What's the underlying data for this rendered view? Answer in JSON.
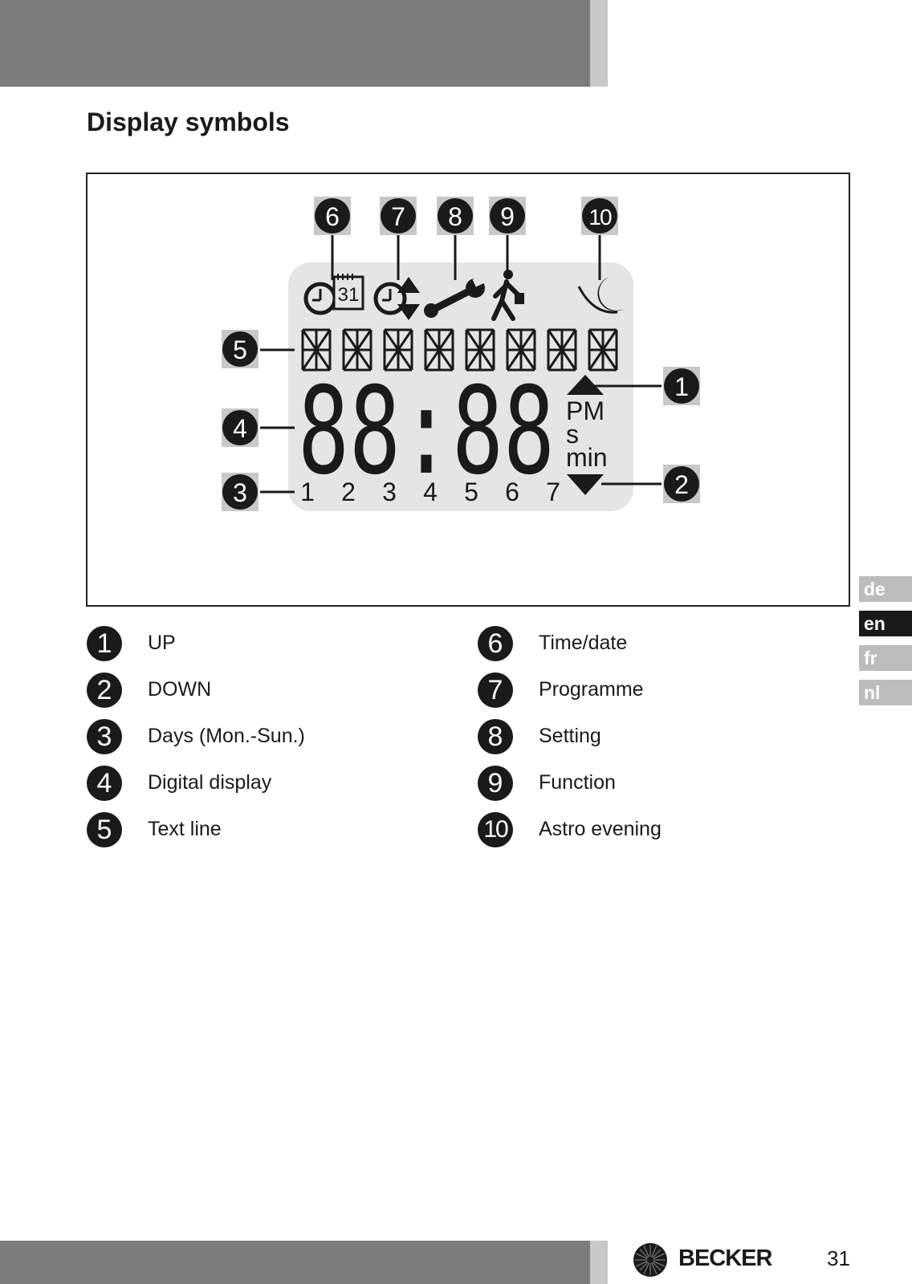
{
  "page": {
    "title": "Display symbols",
    "page_number": "31",
    "brand": "BECKER"
  },
  "languages": [
    {
      "code": "de",
      "active": false
    },
    {
      "code": "en",
      "active": true
    },
    {
      "code": "fr",
      "active": false
    },
    {
      "code": "nl",
      "active": false
    }
  ],
  "figure": {
    "callouts": [
      "1",
      "2",
      "3",
      "4",
      "5",
      "6",
      "7",
      "8",
      "9",
      "10"
    ],
    "calendar_day": "31",
    "clock_digits": "88:88",
    "units": {
      "pm": "PM",
      "s": "s",
      "min": "min"
    },
    "days": [
      "1",
      "2",
      "3",
      "4",
      "5",
      "6",
      "7"
    ]
  },
  "legend": {
    "left": [
      {
        "num": "1",
        "label": "UP"
      },
      {
        "num": "2",
        "label": "DOWN"
      },
      {
        "num": "3",
        "label": "Days (Mon.-Sun.)"
      },
      {
        "num": "4",
        "label": "Digital display"
      },
      {
        "num": "5",
        "label": "Text line"
      }
    ],
    "right": [
      {
        "num": "6",
        "label": "Time/date"
      },
      {
        "num": "7",
        "label": "Programme"
      },
      {
        "num": "8",
        "label": "Setting"
      },
      {
        "num": "9",
        "label": "Function"
      },
      {
        "num": "10",
        "label": "Astro evening"
      }
    ]
  },
  "colors": {
    "band": "#7d7c7d",
    "lcd": "#e5e5e5",
    "ink": "#1a1a1a",
    "tab_inactive": "#bdbcbc"
  }
}
